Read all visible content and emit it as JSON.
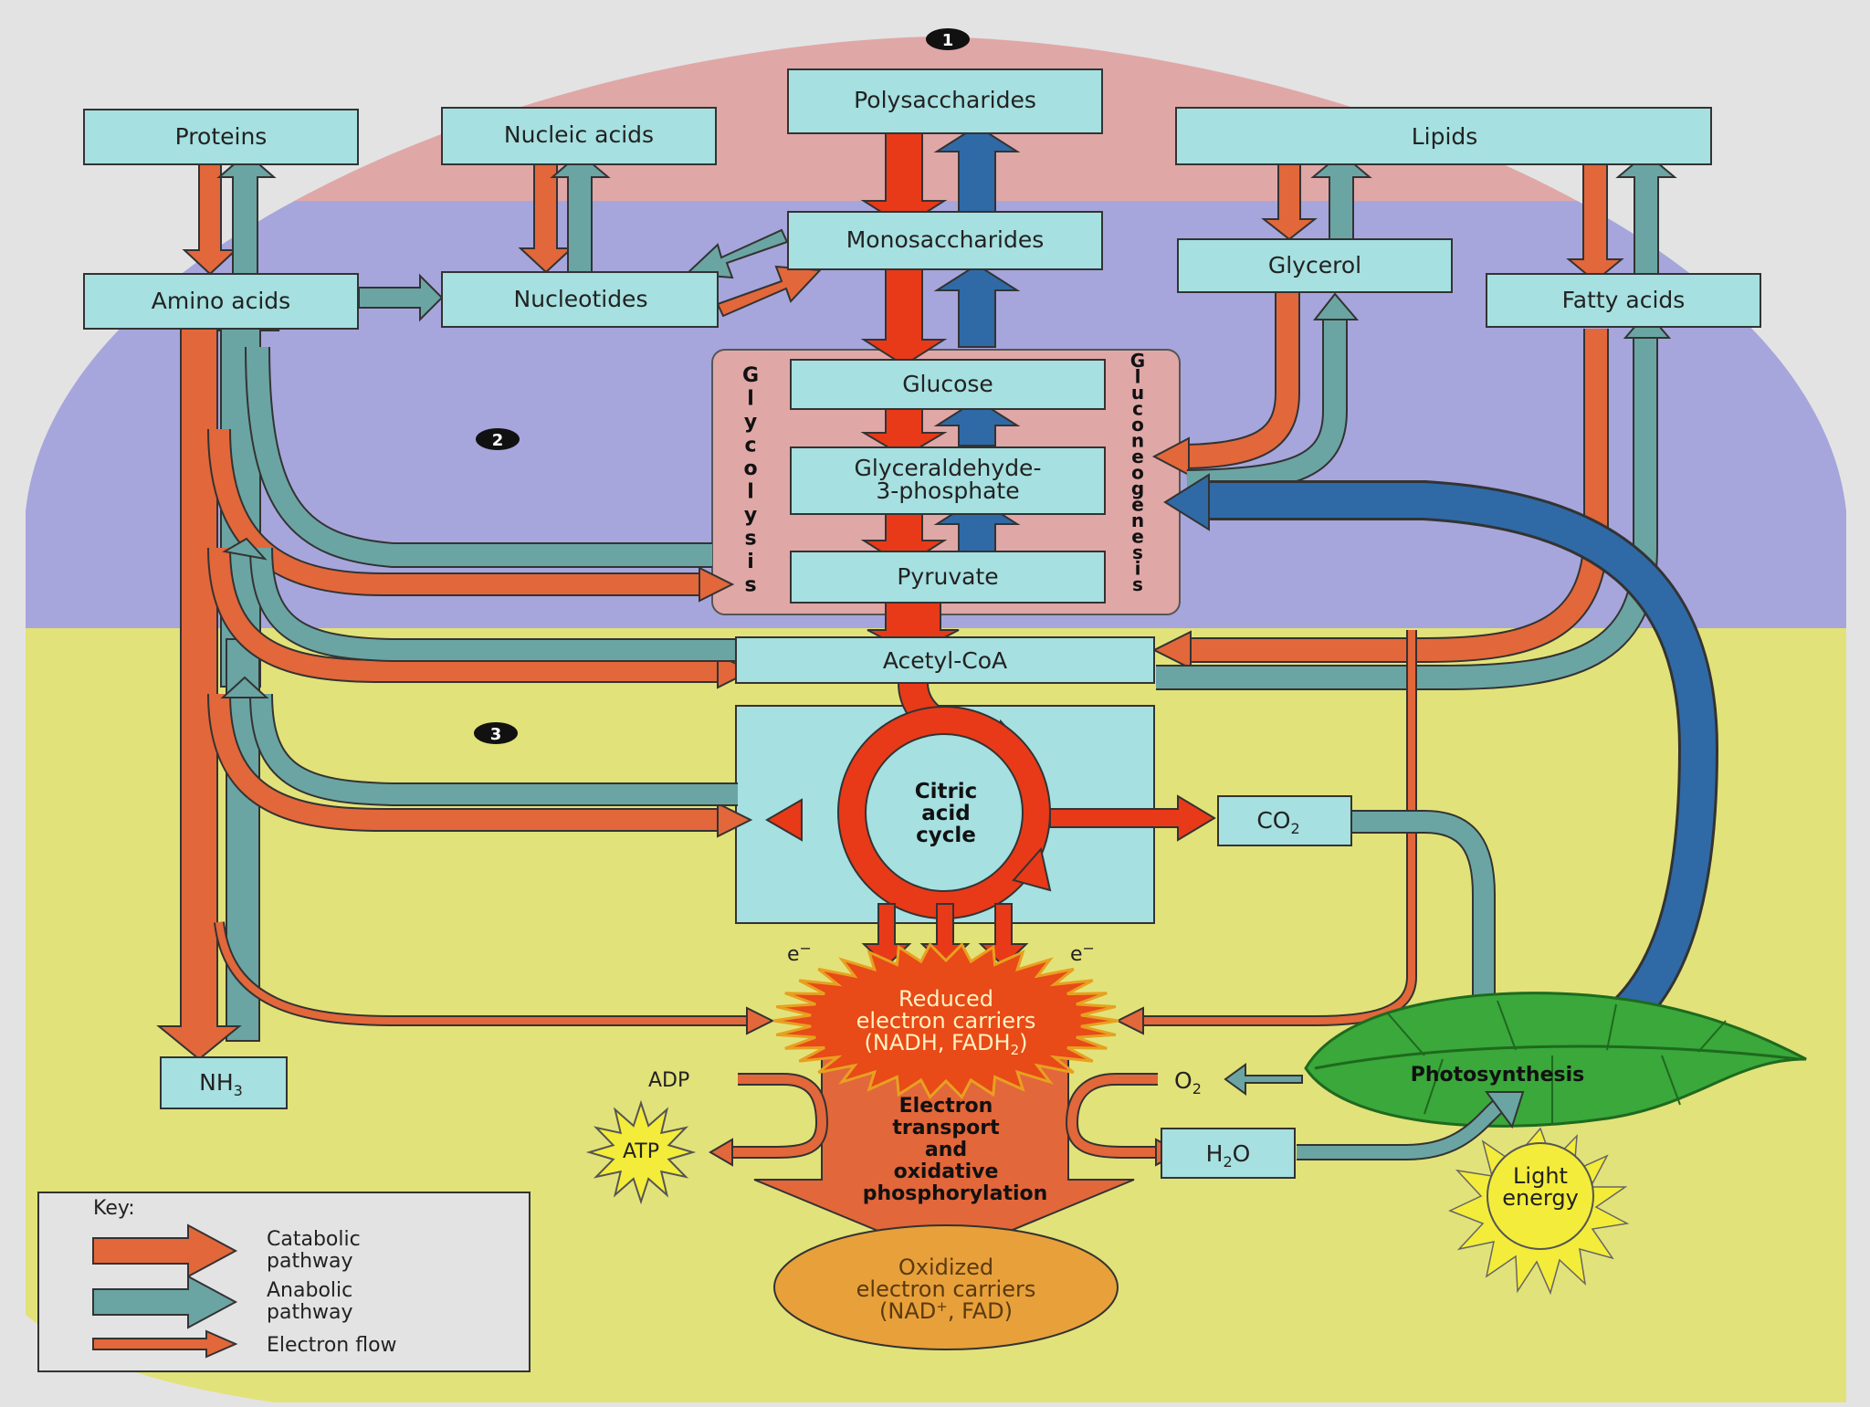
{
  "markers": [
    "1",
    "2",
    "3"
  ],
  "boxes": {
    "proteins": "Proteins",
    "nucleic_acids": "Nucleic acids",
    "polysaccharides": "Polysaccharides",
    "lipids": "Lipids",
    "amino_acids": "Amino acids",
    "nucleotides": "Nucleotides",
    "monosaccharides": "Monosaccharides",
    "glycerol": "Glycerol",
    "fatty_acids": "Fatty acids",
    "glucose": "Glucose",
    "glyceraldehyde": [
      "Glyceraldehyde-",
      "3-phosphate"
    ],
    "pyruvate": "Pyruvate",
    "acetyl_coa": "Acetyl-CoA",
    "citric_cycle": [
      "Citric",
      "acid",
      "cycle"
    ],
    "co2": "CO",
    "co2_sub": "2",
    "nh3": "NH",
    "nh3_sub": "3",
    "h2o_h": "H",
    "h2o_sub": "2",
    "h2o_o": "O",
    "o2": "O",
    "o2_sub": "2"
  },
  "vertical_labels": {
    "glycolysis": [
      "G",
      "l",
      "y",
      "c",
      "o",
      "l",
      "y",
      "s",
      "i",
      "s"
    ],
    "gluconeogenesis": [
      "G",
      "l",
      "u",
      "c",
      "o",
      "n",
      "e",
      "o",
      "g",
      "e",
      "n",
      "e",
      "s",
      "i",
      "s"
    ]
  },
  "energy": {
    "reduced": [
      "Reduced",
      "electron carriers"
    ],
    "reduced_paren": "(NADH, FADH",
    "reduced_sub": "2",
    "reduced_close": ")",
    "etc": [
      "Electron",
      "transport",
      "and",
      "oxidative",
      "phosphorylation"
    ],
    "oxidized": [
      "Oxidized",
      "electron carriers"
    ],
    "oxidized_line3": "(NAD",
    "oxidized_sup": "+",
    "oxidized_rest": ", FAD)",
    "adp": "ADP",
    "atp": "ATP",
    "e_left": "e",
    "e_right": "e",
    "e_sup": "−",
    "photosynthesis": "Photosynthesis",
    "light": [
      "Light",
      "energy"
    ]
  },
  "key": {
    "title": "Key:",
    "catabolic": [
      "Catabolic",
      "pathway"
    ],
    "anabolic": [
      "Anabolic",
      "pathway"
    ],
    "electron": "Electron flow"
  },
  "colors": {
    "catabolic": "#e2673a",
    "anabolic": "#6aa5a3",
    "glycolysis_red": "#e83a18",
    "gluco_blue": "#2f6aa6",
    "box": "#a6e0e0",
    "band_pink": "#e0a7a7",
    "band_purple": "#a6a6dc",
    "band_yellow": "#e2e27a"
  }
}
